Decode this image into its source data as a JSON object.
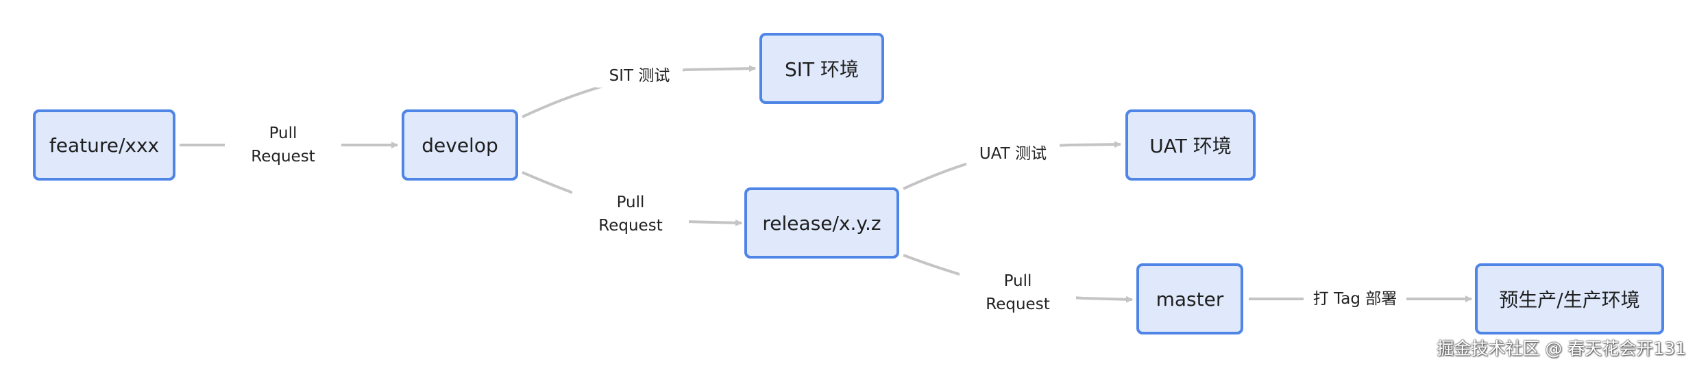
{
  "colors": {
    "node_fill": "#dfe9fb",
    "node_border": "#4f85e6",
    "edge": "#c4c4c4"
  },
  "nodes": {
    "feature": "feature/xxx",
    "develop": "develop",
    "sit": "SIT 环境",
    "release": "release/x.y.z",
    "uat": "UAT 环境",
    "master": "master",
    "prod": "预生产/生产环境"
  },
  "edge_labels": {
    "feature_develop": [
      "Pull",
      "Request"
    ],
    "develop_sit": "SIT 测试",
    "develop_release": [
      "Pull",
      "Request"
    ],
    "release_uat": "UAT 测试",
    "release_master": [
      "Pull",
      "Request"
    ],
    "master_prod": "打 Tag 部署"
  },
  "watermark": "掘金技术社区 @ 春天花会开131"
}
